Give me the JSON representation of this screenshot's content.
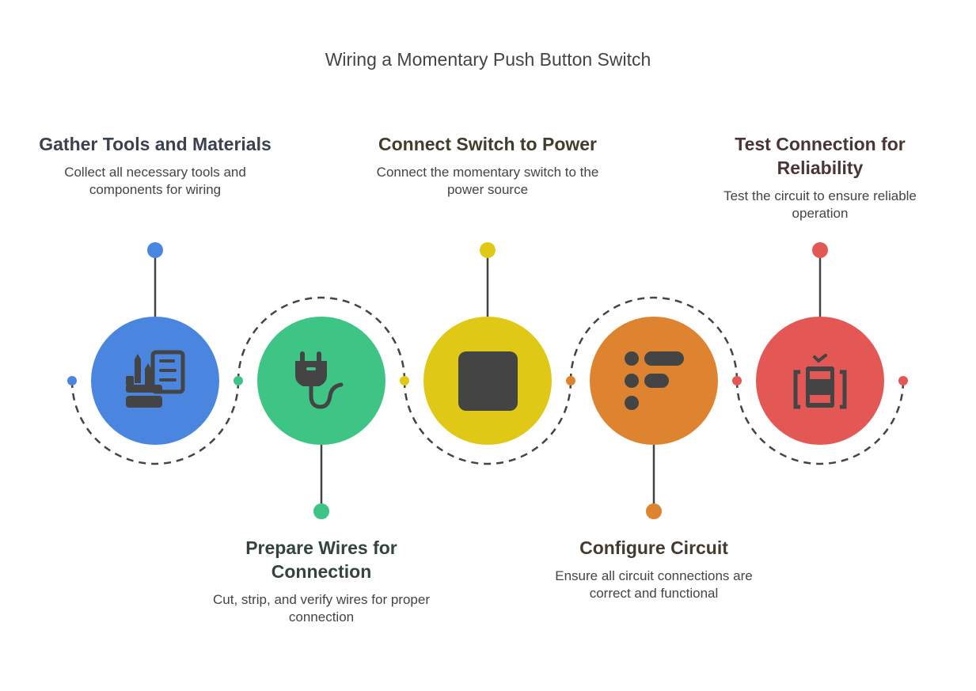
{
  "title": "Wiring a Momentary Push Button Switch",
  "steps": [
    {
      "title": "Gather Tools and Materials",
      "desc": "Collect all necessary tools and components for wiring",
      "color": "#4a86e0",
      "icon": "tools-document-icon"
    },
    {
      "title": "Prepare Wires for Connection",
      "desc": "Cut, strip, and verify wires for proper connection",
      "color": "#3ec485",
      "icon": "plug-icon"
    },
    {
      "title": "Connect Switch to Power",
      "desc": "Connect the momentary switch to the power source",
      "color": "#dfc916",
      "icon": "square-button-icon"
    },
    {
      "title": "Configure Circuit",
      "desc": "Ensure all circuit connections are correct and functional",
      "color": "#de8430",
      "icon": "list-config-icon"
    },
    {
      "title": "Test Connection for Reliability",
      "desc": "Test the circuit to ensure reliable operation",
      "color": "#e35755",
      "icon": "chip-check-icon"
    }
  ]
}
